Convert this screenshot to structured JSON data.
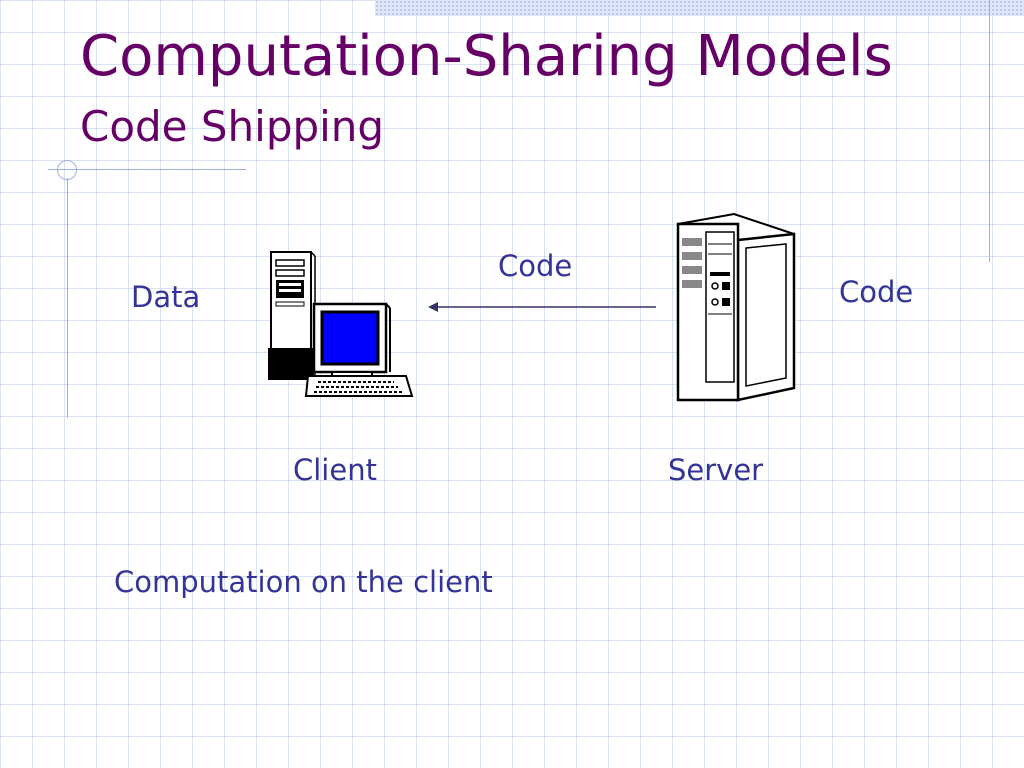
{
  "slide": {
    "title": "Computation-Sharing Models",
    "subtitle": "Code Shipping"
  },
  "diagram": {
    "client": {
      "label": "Client",
      "data_label": "Data",
      "icon": "desktop-computer-icon"
    },
    "server": {
      "label": "Server",
      "code_label": "Code",
      "icon": "server-tower-icon"
    },
    "transfer": {
      "label": "Code",
      "direction": "server-to-client"
    }
  },
  "caption": "Computation on the client",
  "colors": {
    "title": "#660066",
    "text": "#333399",
    "arrow": "#333366",
    "monitor_screen": "#0000ff"
  }
}
